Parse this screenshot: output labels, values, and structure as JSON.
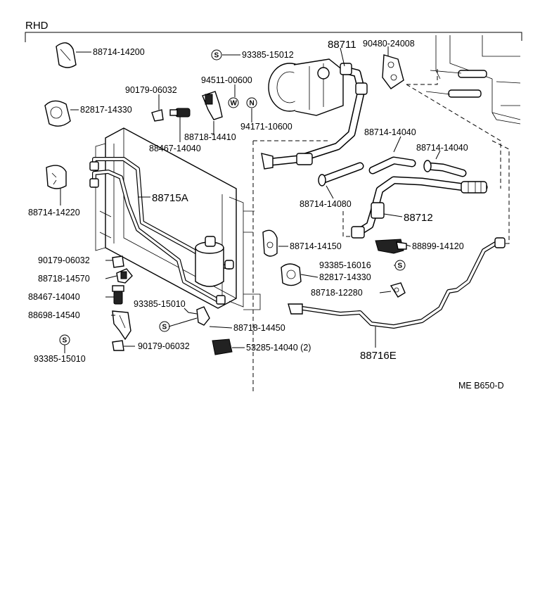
{
  "header": {
    "title": "RHD"
  },
  "diagram_code": "ME B650-D",
  "symbols": {
    "s": "S",
    "w": "W",
    "n": "N"
  },
  "parts": {
    "p88714_14200": "88714-14200",
    "p93385_15012": "93385-15012",
    "p88711": "88711",
    "p90480_24008": "90480-24008",
    "p94511_00600": "94511-00600",
    "p90179_06032_top": "90179-06032",
    "p82817_14330_left": "82817-14330",
    "p94171_10600": "94171-10600",
    "p88718_14410": "88718-14410",
    "p88467_14040_top": "88467-14040",
    "p88714_14040_a": "88714-14040",
    "p88714_14040_b": "88714-14040",
    "p88714_14220": "88714-14220",
    "p88715A": "88715A",
    "p88714_14080": "88714-14080",
    "p88712": "88712",
    "p88714_14150": "88714-14150",
    "p88899_14120": "88899-14120",
    "p90179_06032_mid": "90179-06032",
    "p93385_16016": "93385-16016",
    "p82817_14330_right": "82817-14330",
    "p88718_14570": "88718-14570",
    "p88467_14040_bottom": "88467-14040",
    "p88718_12280": "88718-12280",
    "p93385_15010_mid": "93385-15010",
    "p88698_14540": "88698-14540",
    "p88718_14450": "88718-14450",
    "p90179_06032_bottom": "90179-06032",
    "p53285_14040": "53285-14040 (2)",
    "p88716E": "88716E",
    "p93385_15010_bottom": "93385-15010"
  }
}
